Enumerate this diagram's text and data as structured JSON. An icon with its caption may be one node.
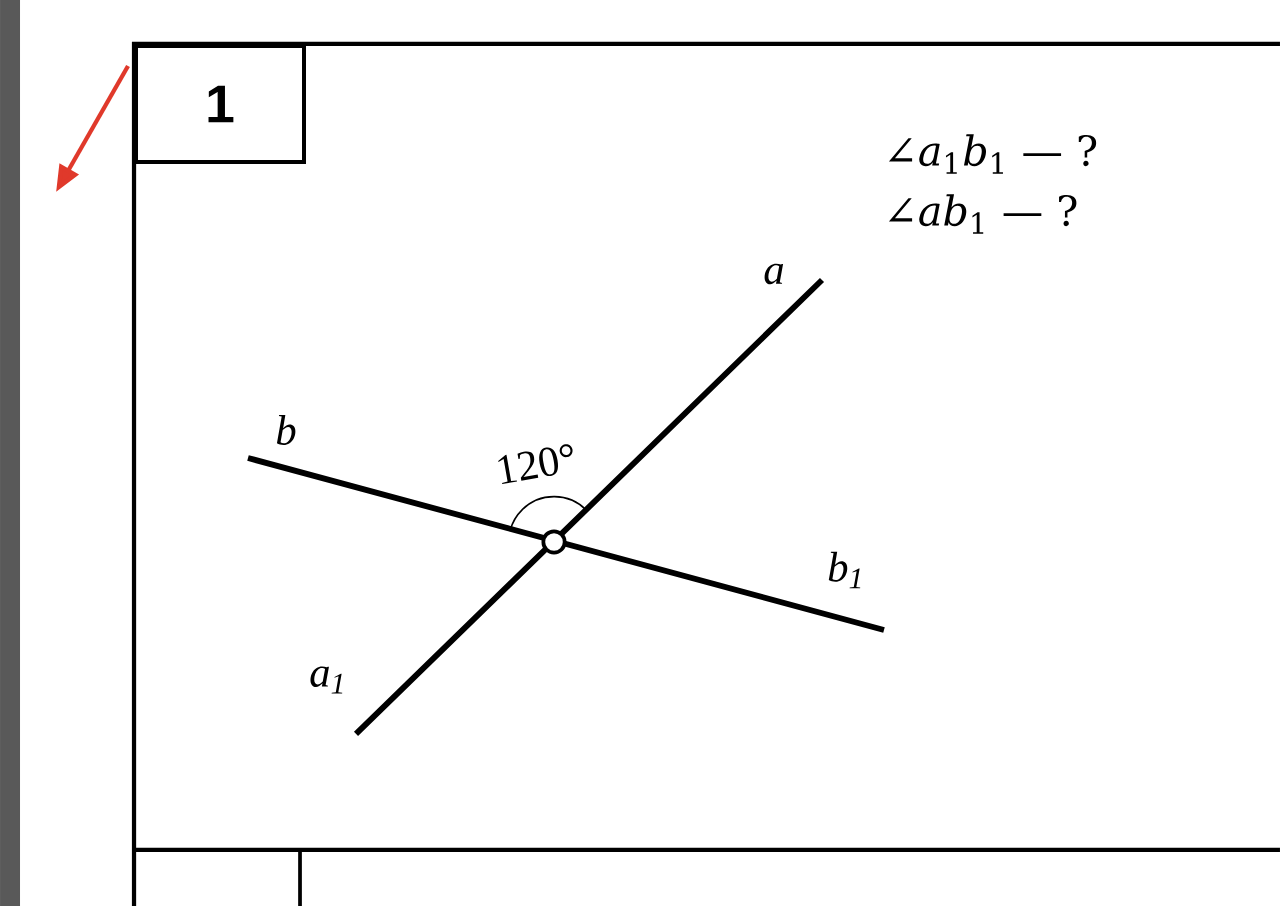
{
  "diagram": {
    "nodes": [
      {
        "text": [
          "1"
        ]
      }
    ],
    "labels": [
      "∠*a*$_{1}$*b*$_{1}$ — ?",
      "∠*ab*$_{1}$ — ?",
      "a",
      "b",
      "120°",
      "*b*$_{1}$",
      "*a*$_{1}$"
    ]
  }
}
